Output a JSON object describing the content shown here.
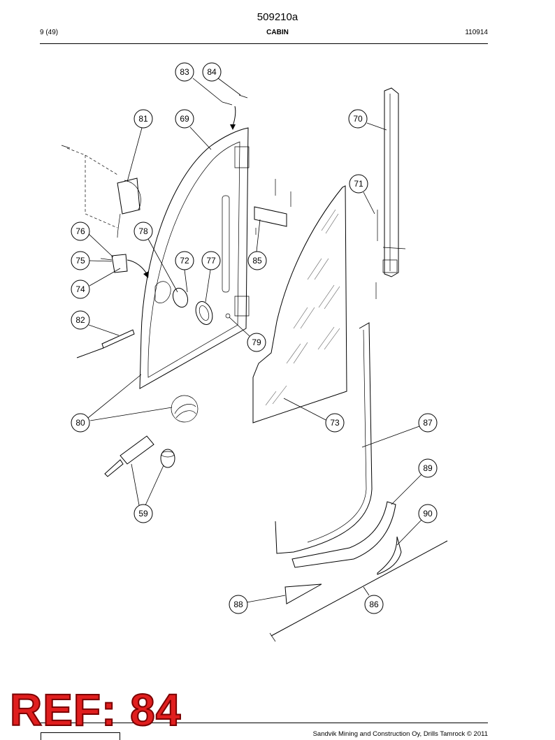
{
  "header": {
    "doc_code": "509210a",
    "page": "9 (49)",
    "section": "CABIN",
    "date_code": "110914"
  },
  "footer": {
    "copyright": "Sandvik Mining and Construction Oy, Drills Tamrock © 2011",
    "ref_stamp": "REF: 84"
  },
  "callouts": [
    "83",
    "84",
    "81",
    "69",
    "70",
    "71",
    "76",
    "78",
    "72",
    "77",
    "85",
    "75",
    "74",
    "82",
    "79",
    "80",
    "73",
    "87",
    "89",
    "59",
    "90",
    "88",
    "86"
  ]
}
